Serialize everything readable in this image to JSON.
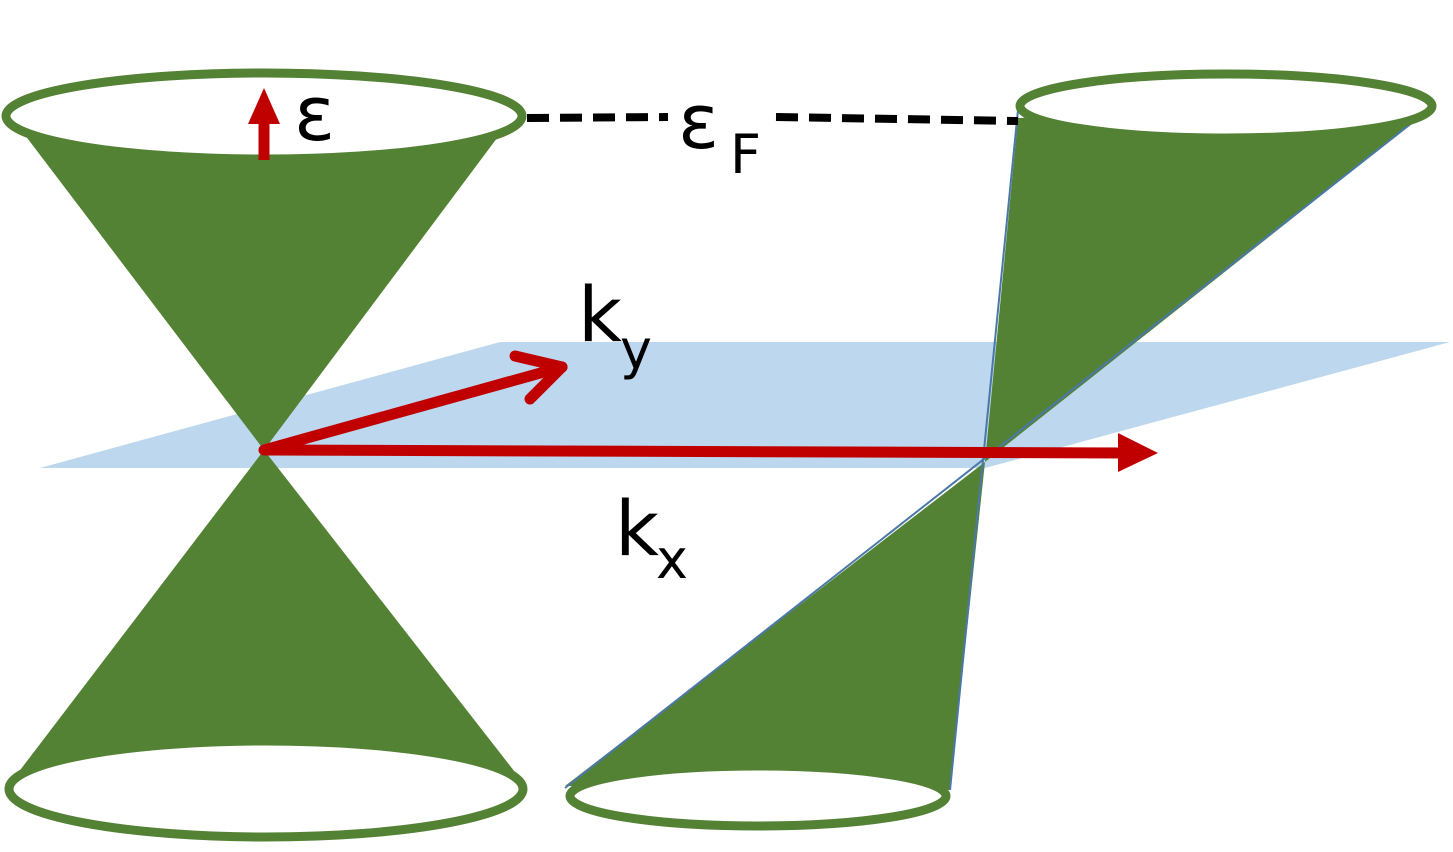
{
  "labels": {
    "energy": "ε",
    "fermi_main": "ε",
    "fermi_sub": "F",
    "ky_main": "k",
    "ky_sub": "y",
    "kx_main": "k",
    "kx_sub": "x"
  },
  "colors": {
    "cone_fill": "#548235",
    "cone_edge": "#548235",
    "plane": "#bdd7ee",
    "arrow": "#c00000",
    "ellipse_fill": "#ffffff",
    "fermi_line": "#000000"
  }
}
